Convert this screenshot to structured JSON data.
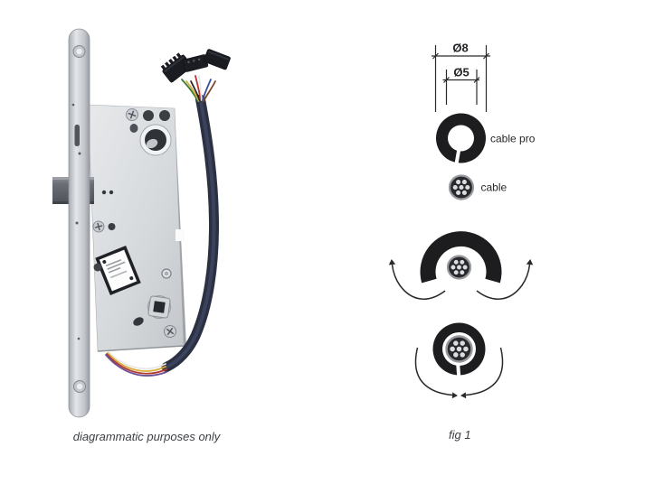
{
  "captions": {
    "photo": "diagrammatic purposes only",
    "figure": "fig 1"
  },
  "figure": {
    "dim_outer_label": "Ø8",
    "dim_inner_label": "Ø5",
    "cable_pro_label": "cable pro",
    "cable_label": "cable"
  },
  "colors": {
    "ink": "#1d1d1f",
    "text": "#3c3e45",
    "bg": "#ffffff",
    "metal_light": "#e6e8ea",
    "metal_mid": "#c9ccd0",
    "metal_dark": "#94989d",
    "hole": "#383c41",
    "cable_sheath": "#2b3042",
    "cable_core": "#3e4660",
    "wire_red": "#b23a33",
    "wire_yellow": "#d6ae3a",
    "wire_white": "#e8e8e8",
    "wire_purple": "#6c4f92",
    "wire_green": "#3e7a3c",
    "wire_blue": "#3a4f9e",
    "wire_brown": "#7b4a2b",
    "wire_black": "#25262b"
  }
}
